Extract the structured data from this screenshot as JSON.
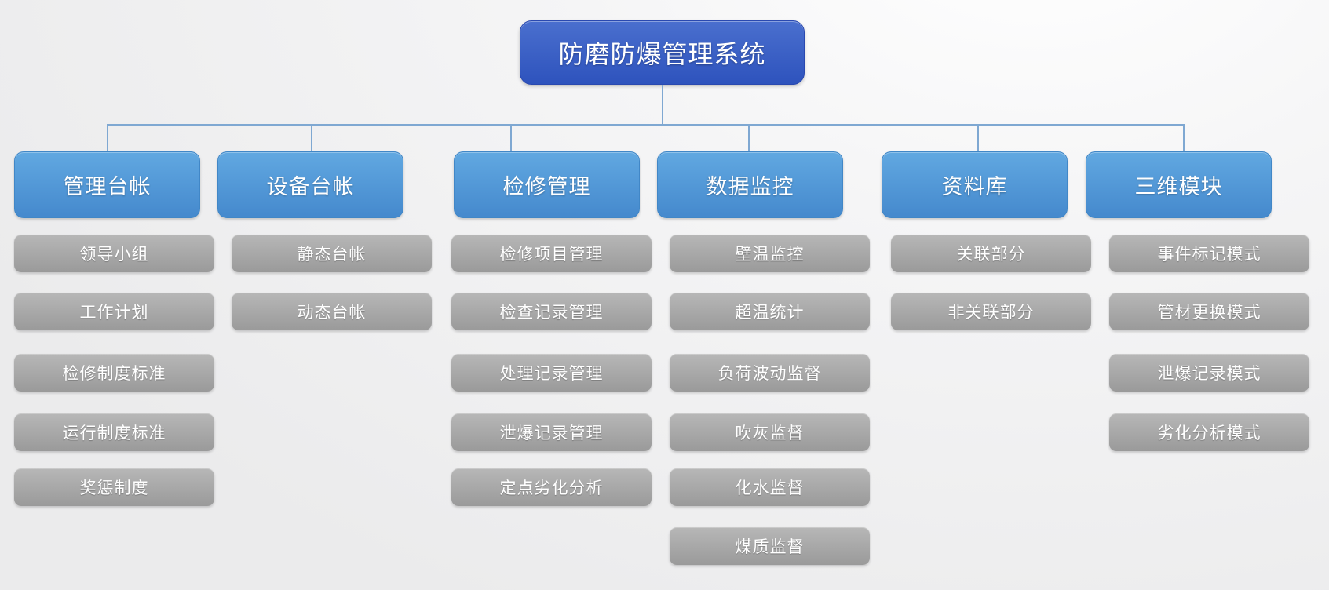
{
  "diagram": {
    "root": {
      "label": "防磨防爆管理系统"
    },
    "branches": [
      {
        "label": "管理台帐",
        "children": [
          "领导小组",
          "工作计划",
          "检修制度标准",
          "运行制度标准",
          "奖惩制度"
        ]
      },
      {
        "label": "设备台帐",
        "children": [
          "静态台帐",
          "动态台帐"
        ]
      },
      {
        "label": "检修管理",
        "children": [
          "检修项目管理",
          "检查记录管理",
          "处理记录管理",
          "泄爆记录管理",
          "定点劣化分析"
        ]
      },
      {
        "label": "数据监控",
        "children": [
          "壁温监控",
          "超温统计",
          "负荷波动监督",
          "吹灰监督",
          "化水监督",
          "煤质监督"
        ]
      },
      {
        "label": "资料库",
        "children": [
          "关联部分",
          "非关联部分"
        ]
      },
      {
        "label": "三维模块",
        "children": [
          "事件标记模式",
          "管材更换模式",
          "泄爆记录模式",
          "劣化分析模式"
        ]
      }
    ],
    "colors": {
      "root_box_top": "#4a6fce",
      "root_box_bottom": "#2e53bd",
      "branch_box_top": "#61a8e1",
      "branch_box_bottom": "#4589cd",
      "child_box_top": "#b7b7b7",
      "child_box_bottom": "#9a9a9a",
      "connector": "#7fa8d2",
      "text": "#ffffff"
    }
  }
}
